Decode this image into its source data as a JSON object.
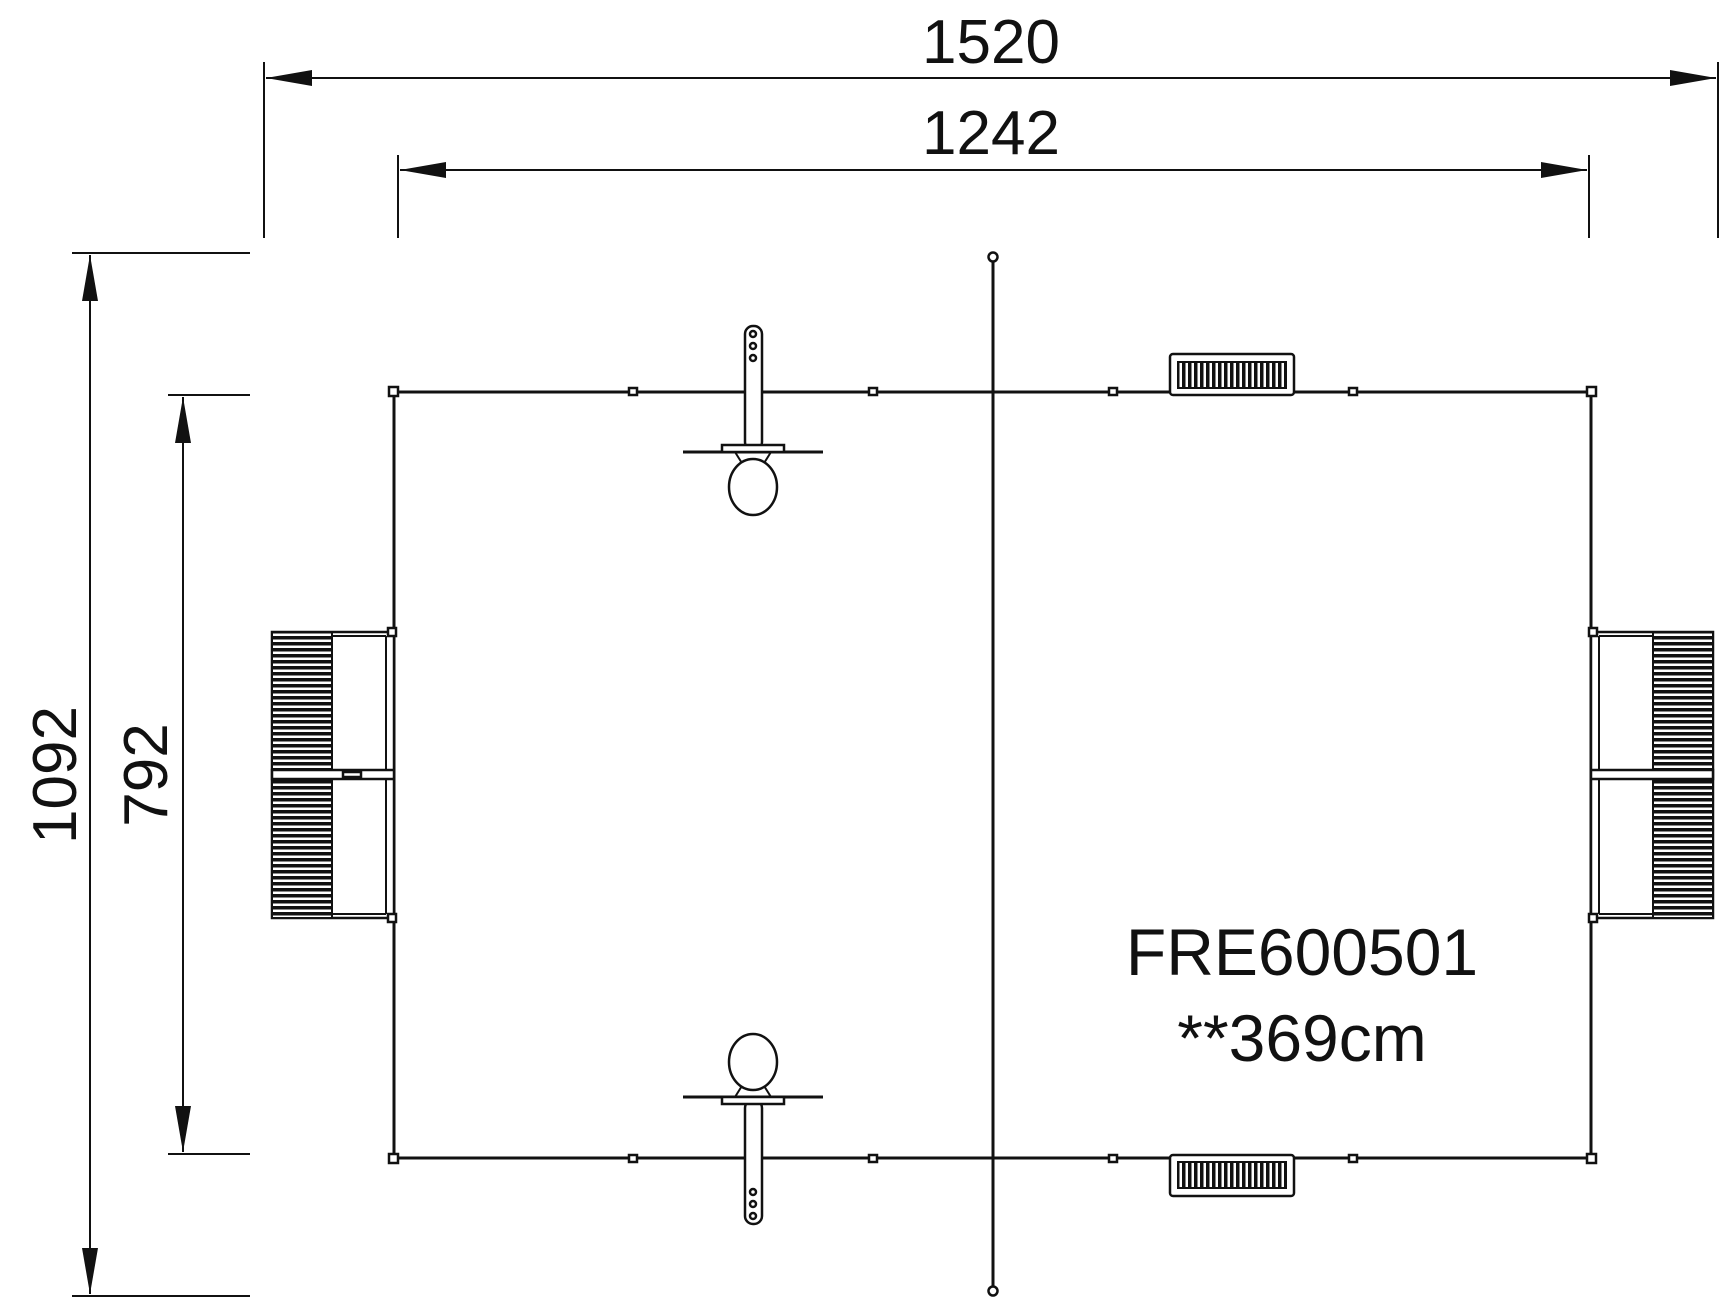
{
  "dimensions": {
    "overall_width": "1520",
    "court_width": "1242",
    "overall_depth": "1092",
    "court_depth": "792"
  },
  "label": {
    "product_code": "FRE600501",
    "note": "**369cm"
  },
  "colors": {
    "line": "#111111",
    "background": "#ffffff"
  }
}
